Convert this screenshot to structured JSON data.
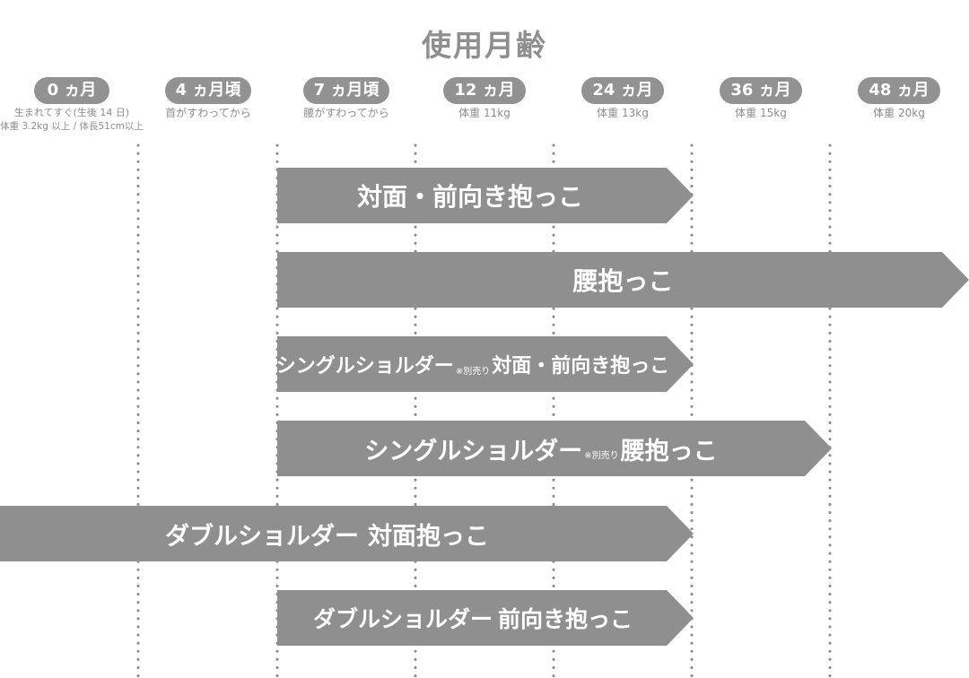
{
  "title": "使用月齢",
  "columns": [
    {
      "label": "0 ヵ月",
      "note": "生まれてすぐ(生後 14 日)",
      "note2": "体重 3.2kg 以上 / 体長51cm以上"
    },
    {
      "label": "4 ヵ月頃",
      "note": "首がすわってから",
      "note2": ""
    },
    {
      "label": "7 ヵ月頃",
      "note": "腰がすわってから",
      "note2": ""
    },
    {
      "label": "12 ヵ月",
      "note": "体重 11kg",
      "note2": ""
    },
    {
      "label": "24 ヵ月",
      "note": "体重 13kg",
      "note2": ""
    },
    {
      "label": "36 ヵ月",
      "note": "体重 15kg",
      "note2": ""
    },
    {
      "label": "48 ヵ月",
      "note": "体重 20kg",
      "note2": ""
    }
  ],
  "bars": [
    {
      "main": "対面・前向き抱っこ",
      "prefix": "",
      "small": "",
      "start": "7 ヵ月頃",
      "end": "24 ヵ月"
    },
    {
      "main": "腰抱っこ",
      "prefix": "",
      "small": "",
      "start": "7 ヵ月頃",
      "end": "48 ヵ月以降"
    },
    {
      "main": "対面・前向き抱っこ",
      "prefix": "シングルショルダー",
      "small": "※別売り",
      "start": "7 ヵ月頃",
      "end": "24 ヵ月"
    },
    {
      "main": "腰抱っこ",
      "prefix": "シングルショルダー",
      "small": "※別売り",
      "start": "7 ヵ月頃",
      "end": "36 ヵ月"
    },
    {
      "main": "対面抱っこ",
      "prefix": "ダブルショルダー",
      "small": "",
      "start": "0 ヵ月",
      "end": "24 ヵ月"
    },
    {
      "main": "前向き抱っこ",
      "prefix": "ダブルショルダー",
      "small": "",
      "start": "7 ヵ月頃",
      "end": "24 ヵ月"
    }
  ],
  "colors": {
    "bar": "#8f8f8f",
    "pill": "#929292",
    "text": "#8a8a8a",
    "dots": "#8a8a8a"
  }
}
